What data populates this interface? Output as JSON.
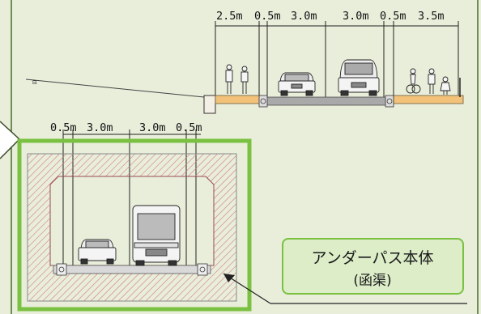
{
  "top_section": {
    "dims": [
      "2.5m",
      "0.5m",
      "3.0m",
      "3.0m",
      "0.5m",
      "3.5m"
    ]
  },
  "tunnel_section": {
    "dims": [
      "0.5m",
      "3.0m",
      "3.0m",
      "0.5m"
    ]
  },
  "callout": {
    "line1": "アンダーパス本体",
    "line2": "(函渠)"
  },
  "colors": {
    "background": "#e9eedb",
    "highlight_frame": "#7ac142",
    "callout_fill": "#dcedc8",
    "callout_border": "#7ac142",
    "hatch": "#c9636a",
    "sidewalk": "#f2c27a"
  }
}
